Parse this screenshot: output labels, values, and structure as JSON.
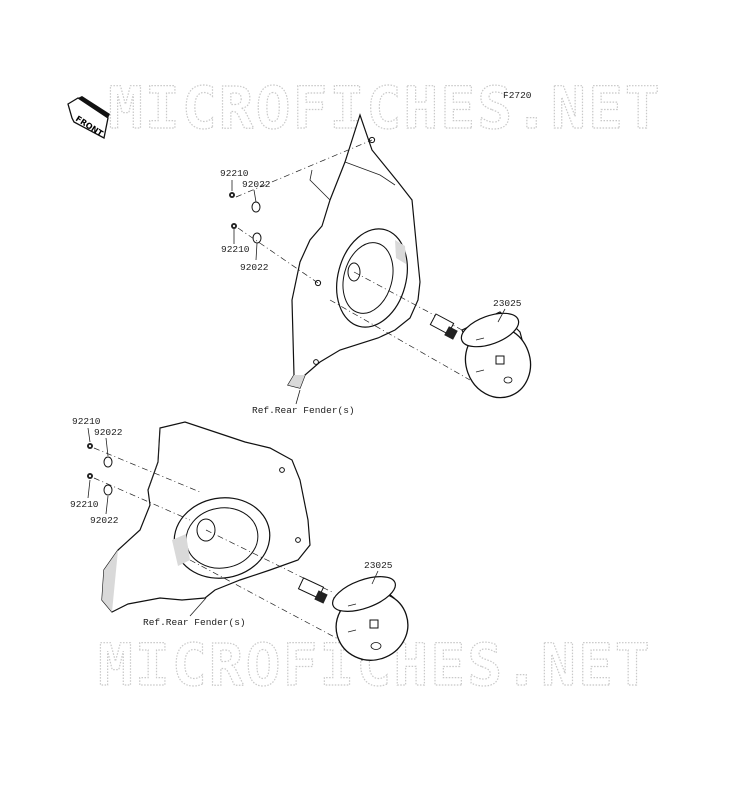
{
  "figure_code": "F2720",
  "front_label": "FRONT",
  "watermark": "MICROFICHES.NET",
  "upper": {
    "nut_label_1": "92210",
    "washer_label_1": "92022",
    "nut_label_2": "92210",
    "washer_label_2": "92022",
    "lamp_label": "23025",
    "ref_label": "Ref.Rear Fender(s)"
  },
  "lower": {
    "nut_label_1": "92210",
    "washer_label_1": "92022",
    "nut_label_2": "92210",
    "washer_label_2": "92022",
    "lamp_label": "23025",
    "ref_label": "Ref.Rear Fender(s)"
  }
}
